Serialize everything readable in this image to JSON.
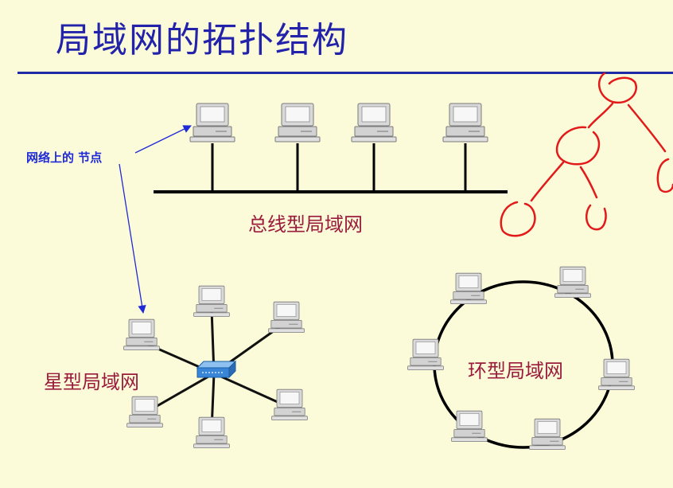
{
  "title": "局域网的拓扑结构",
  "labels": {
    "node": "网络上的 节点",
    "bus": "总线型局域网",
    "star": "星型局域网",
    "ring": "环型局域网"
  },
  "colors": {
    "title": "#2222aa",
    "rule": "#1f2aa6",
    "label": "#9a1b3c",
    "annotation": "#1f2ad6",
    "handwriting": "#e21a1a",
    "background": "#fcfbd9",
    "hub": "#3a86d6"
  }
}
